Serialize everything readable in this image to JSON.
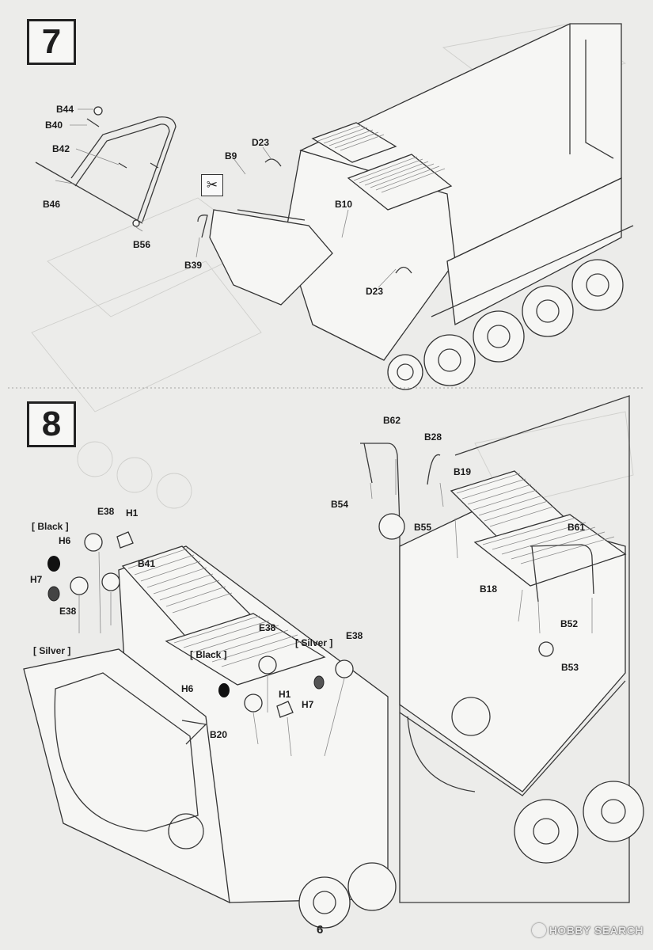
{
  "page_number": "6",
  "watermark": "HOBBY SEARCH",
  "steps": [
    {
      "number": "7",
      "labels": {
        "b44": "B44",
        "b40": "B40",
        "b42": "B42",
        "b46": "B46",
        "b56": "B56",
        "b9": "B9",
        "d23_top": "D23",
        "b10": "B10",
        "b39": "B39",
        "d23_bottom": "D23"
      },
      "tool_icon": "cut-from-sprue-icon"
    },
    {
      "number": "8",
      "labels": {
        "b62": "B62",
        "b28": "B28",
        "b19": "B19",
        "b54": "B54",
        "b55": "B55",
        "b61": "B61",
        "b18": "B18",
        "b52": "B52",
        "b53": "B53",
        "e38_a": "E38",
        "h1_a": "H1",
        "h6_a": "H6",
        "h7_a": "H7",
        "b41": "B41",
        "e38_b": "E38",
        "e38_c": "E38",
        "e38_d": "E38",
        "h6_b": "H6",
        "b20": "B20",
        "h1_b": "H1",
        "h7_b": "H7"
      },
      "paint": {
        "black_a": "[ Black ]",
        "silver_a": "[ Silver ]",
        "black_b": "[ Black ]",
        "silver_b": "[ Silver ]"
      }
    }
  ]
}
